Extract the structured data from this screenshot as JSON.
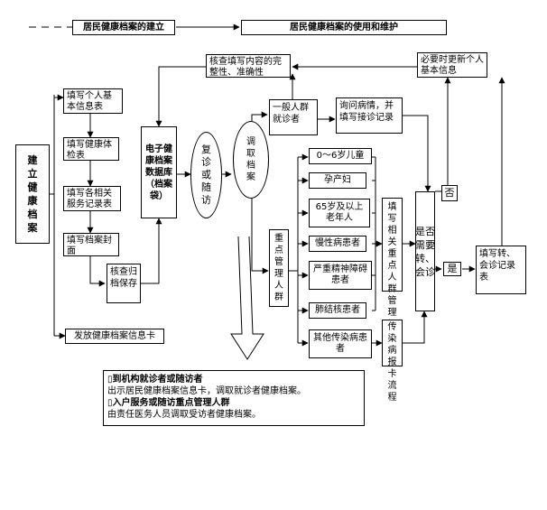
{
  "header": {
    "stage_build": "居民健康档案的建立",
    "stage_use": "居民健康档案的使用和维护"
  },
  "left_root": "建立健康档案",
  "steps": {
    "personal_info": "填写个人基本信息表",
    "health_exam": "填写健康体检表",
    "service_record": "填写各相关服务记录表",
    "cover": "填写档案封面",
    "archive": "核查归档保存",
    "card": "发放健康档案信息卡"
  },
  "ehr": "电子健康档案数据库（档案袋）",
  "verify": "核查填写内容的完整性、准确性",
  "revisit": "复诊或随访",
  "retrieve": "调取档案",
  "general": "一般人群就诊者",
  "inquiry": "询问病情，并填写接诊记录",
  "update_info": "必要时更新个人基本信息",
  "key_people": "重点管理人群",
  "groups": [
    "0～6岁儿童",
    "孕产妇",
    "65岁及以上老年人",
    "慢性病患者",
    "严重精神障碍患者",
    "肺结核患者",
    "其他传染病患者"
  ],
  "key_mgmt_form": "填写相关重点人群管理记录表",
  "infect_report": "传染病报卡流程",
  "referral_q": "是否需要转、会诊",
  "no": "否",
  "yes": "是",
  "referral_form": "填写转、会诊记录表",
  "notes": {
    "l1": "到机构就诊者或随访者",
    "l2": "出示居民健康档案信息卡，调取就诊者健康档案。",
    "l3": "入户服务或随访重点管理人群",
    "l4": "由责任医务人员调取受访者健康档案。"
  }
}
